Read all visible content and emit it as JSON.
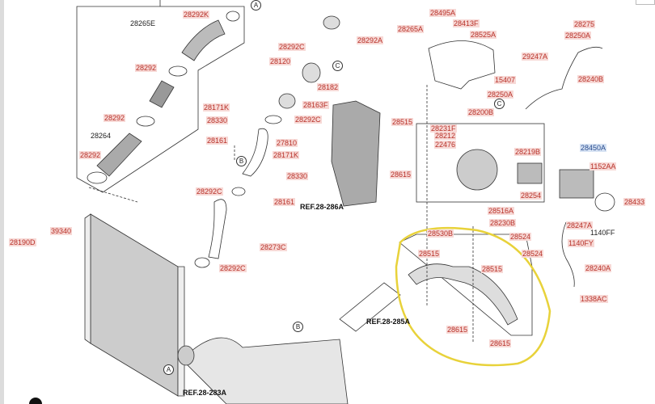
{
  "labels": [
    "28265E",
    "28292K",
    "28292",
    "28292",
    "28264",
    "28292",
    "28292C",
    "28120",
    "28182",
    "28163F",
    "28292C",
    "28171K",
    "28330",
    "28161",
    "27810",
    "28171K",
    "28330",
    "28292C",
    "28161",
    "28265A",
    "28292A",
    "28495A",
    "28413F",
    "28525A",
    "29247A",
    "28275",
    "28250A",
    "15407",
    "28240B",
    "28250A",
    "28200B",
    "28515",
    "28231F",
    "28212",
    "22476",
    "28219B",
    "28615",
    "28254",
    "28450A",
    "1152AA",
    "28433",
    "28516A",
    "28230B",
    "28524",
    "28530B",
    "28515",
    "28524",
    "28515",
    "28247A",
    "1140FF",
    "1140FY",
    "28240A",
    "1338AC",
    "28615",
    "28615",
    "39340",
    "28190D",
    "28273C",
    "28292C"
  ],
  "refs": [
    "REF.28-286A",
    "REF.28-285A",
    "REF.28-283A"
  ],
  "markers": {
    "a": "A",
    "b": "B",
    "c": "C"
  },
  "colors": {
    "highlight_text": "#b8322a",
    "highlight_bg": "#f7d9d6",
    "blue_label": "#2a4d8f",
    "annotation": "#e8d23a"
  }
}
